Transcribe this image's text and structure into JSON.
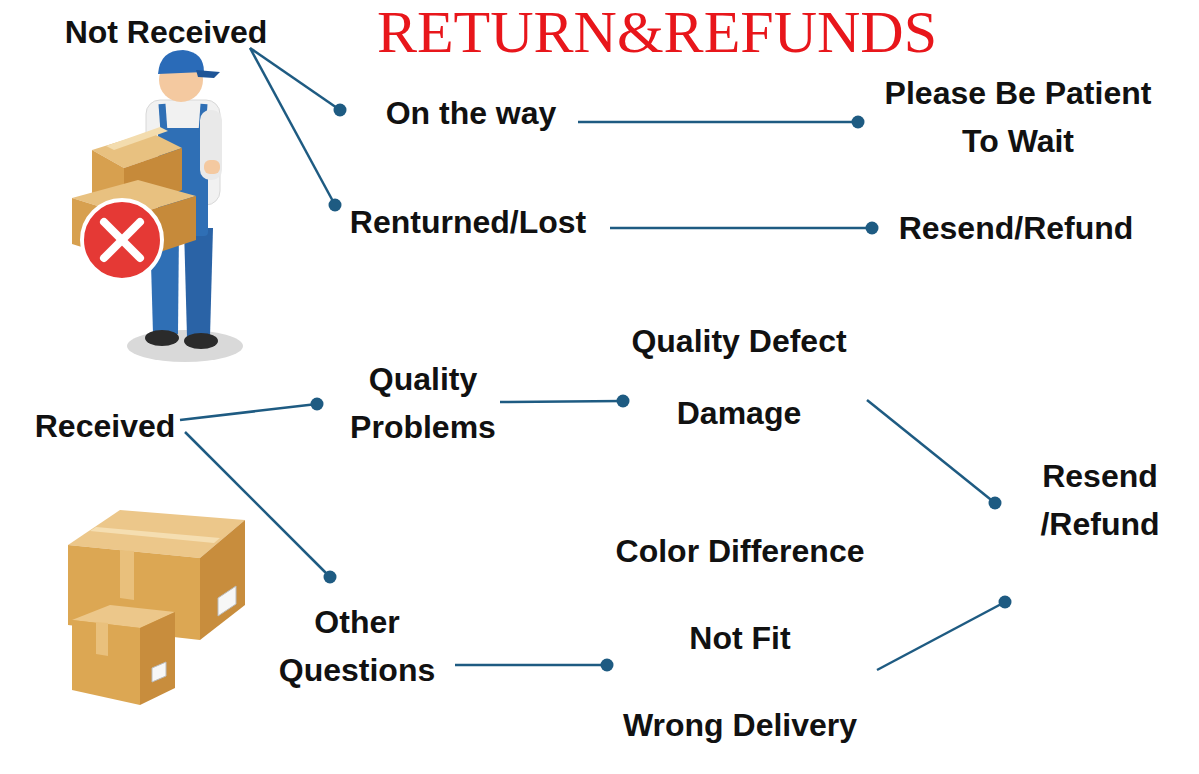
{
  "diagram": {
    "title": "RETURN&REFUNDS",
    "nodes": [
      {
        "text": [
          "Not Received"
        ]
      },
      {
        "text": [
          "On the way"
        ]
      },
      {
        "text": [
          "Please Be Patient To Wait"
        ]
      },
      {
        "text": [
          "Renturned/Lost"
        ]
      },
      {
        "text": [
          "Resend/Refund"
        ]
      },
      {
        "text": [
          "Received"
        ]
      },
      {
        "text": [
          "Quality Problems"
        ]
      },
      {
        "text": [
          "Quality Defect",
          "Damage"
        ]
      },
      {
        "text": [
          "Resend /Refund"
        ]
      },
      {
        "text": [
          "Other Questions"
        ]
      },
      {
        "text": [
          "Color Difference",
          "Not Fit",
          "Wrong Delivery"
        ]
      }
    ],
    "edges": [
      {
        "from": 0,
        "to": 1,
        "arrow": "to"
      },
      {
        "from": 0,
        "to": 3,
        "arrow": "to"
      },
      {
        "from": 1,
        "to": 2,
        "arrow": "to"
      },
      {
        "from": 3,
        "to": 4,
        "arrow": "to"
      },
      {
        "from": 5,
        "to": 6,
        "arrow": "to"
      },
      {
        "from": 5,
        "to": 9,
        "arrow": "to"
      },
      {
        "from": 6,
        "to": 7,
        "arrow": "to"
      },
      {
        "from": 7,
        "to": 8,
        "arrow": "to"
      },
      {
        "from": 9,
        "to": 10,
        "arrow": "to"
      },
      {
        "from": 10,
        "to": 8,
        "arrow": "to"
      }
    ]
  }
}
